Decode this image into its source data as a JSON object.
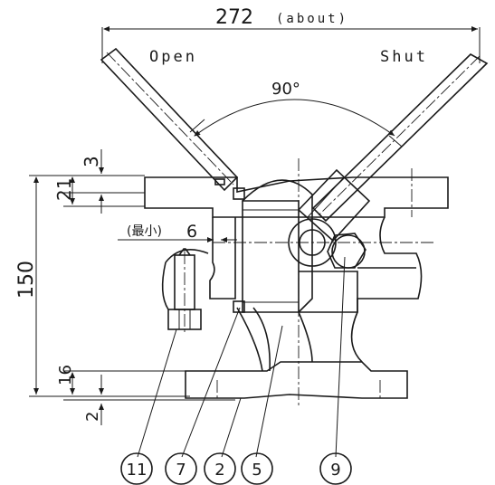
{
  "dimensions": {
    "overall_width": "272",
    "overall_width_note": "(about)",
    "angle": "90°",
    "height": "150",
    "top_flange": "21",
    "top_gap": "3",
    "bottom_flange": "16",
    "bottom_gap": "2",
    "min_clearance_label": "(最小)",
    "min_clearance_value": "6"
  },
  "positions": {
    "open": "Open",
    "shut": "Shut"
  },
  "callouts": [
    "11",
    "7",
    "2",
    "5",
    "9"
  ]
}
